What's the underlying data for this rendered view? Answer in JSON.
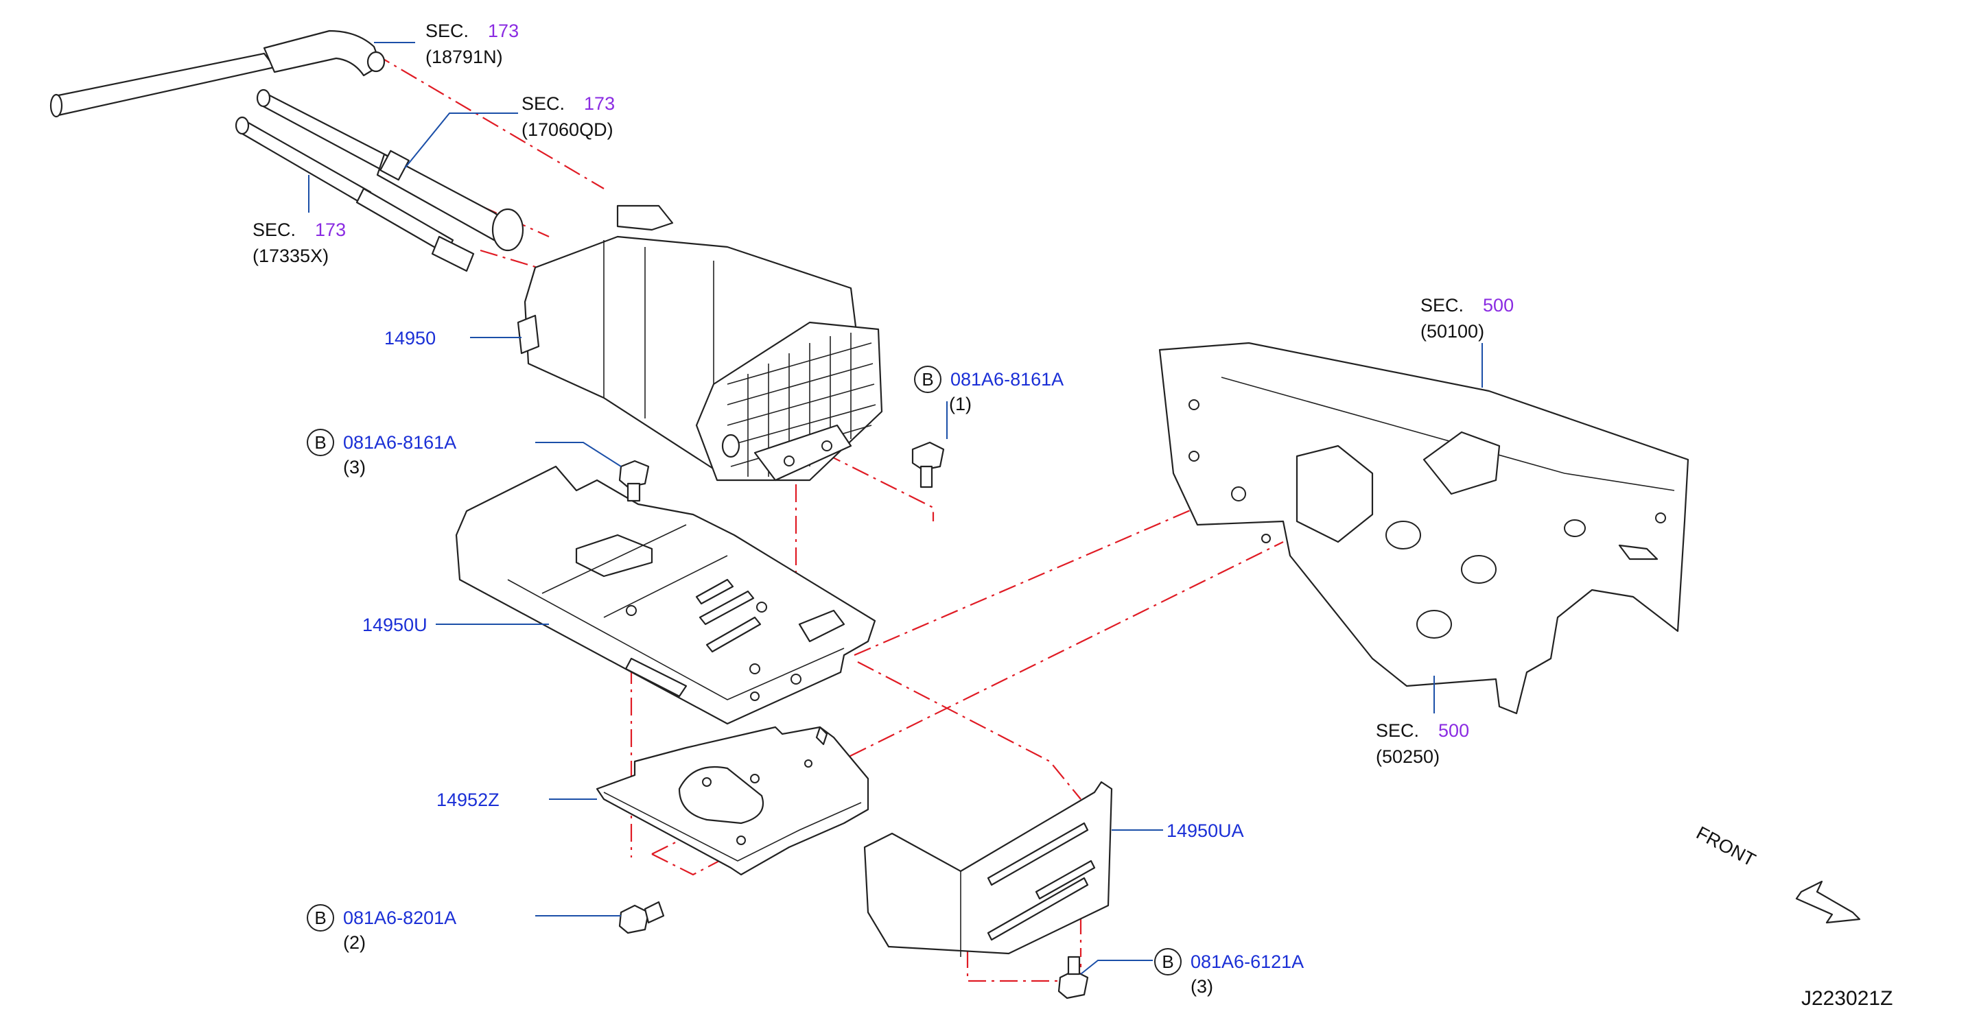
{
  "diagram_id": "J223021Z",
  "front_label": "FRONT",
  "sec_word": "SEC.",
  "sections": [
    {
      "id": "sec-18791n",
      "number": "173",
      "code": "(18791N)"
    },
    {
      "id": "sec-17060qd",
      "number": "173",
      "code": "(17060QD)"
    },
    {
      "id": "sec-17335x",
      "number": "173",
      "code": "(17335X)"
    },
    {
      "id": "sec-50100",
      "number": "500",
      "code": "(50100)"
    },
    {
      "id": "sec-50250",
      "number": "500",
      "code": "(50250)"
    }
  ],
  "parts": [
    {
      "id": "part-14950",
      "number": "14950"
    },
    {
      "id": "part-14950u",
      "number": "14950U"
    },
    {
      "id": "part-14952z",
      "number": "14952Z"
    },
    {
      "id": "part-14950ua",
      "number": "14950UA"
    }
  ],
  "bolts": [
    {
      "id": "bolt-1",
      "letter": "B",
      "number": "081A6-8161A",
      "qty": "(1)"
    },
    {
      "id": "bolt-2",
      "letter": "B",
      "number": "081A6-8161A",
      "qty": "(3)"
    },
    {
      "id": "bolt-3",
      "letter": "B",
      "number": "081A6-8201A",
      "qty": "(2)"
    },
    {
      "id": "bolt-4",
      "letter": "B",
      "number": "081A6-6121A",
      "qty": "(3)"
    }
  ],
  "colors": {
    "part_number": "#1a2fd6",
    "section_number": "#8a2be2",
    "leader": "#1b4fa8",
    "dash": "#e01b24",
    "ink": "#222222"
  }
}
